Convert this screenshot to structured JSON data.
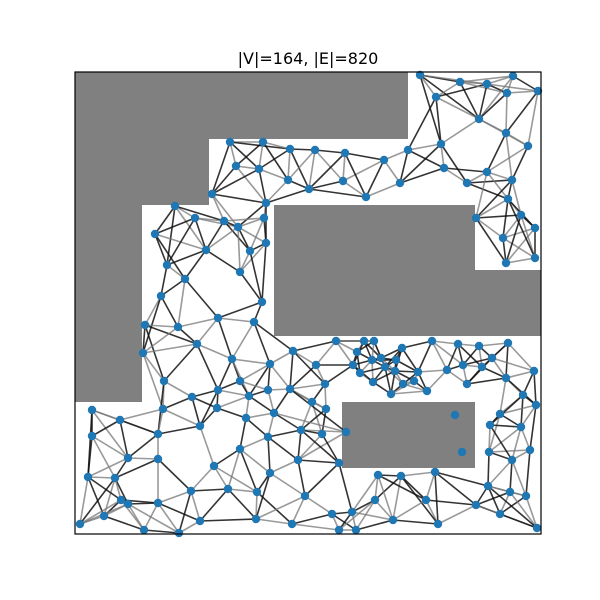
{
  "title": "|V|=164, |E|=820",
  "colors": {
    "background": "#ffffff",
    "obstacle": "#808080",
    "node": "#1f77b4",
    "edge_dark": "#111111",
    "edge_light": "#777777",
    "frame": "#000000"
  },
  "graph": {
    "vertex_count": 164,
    "edge_count": 820,
    "node_shape": "circle"
  }
}
